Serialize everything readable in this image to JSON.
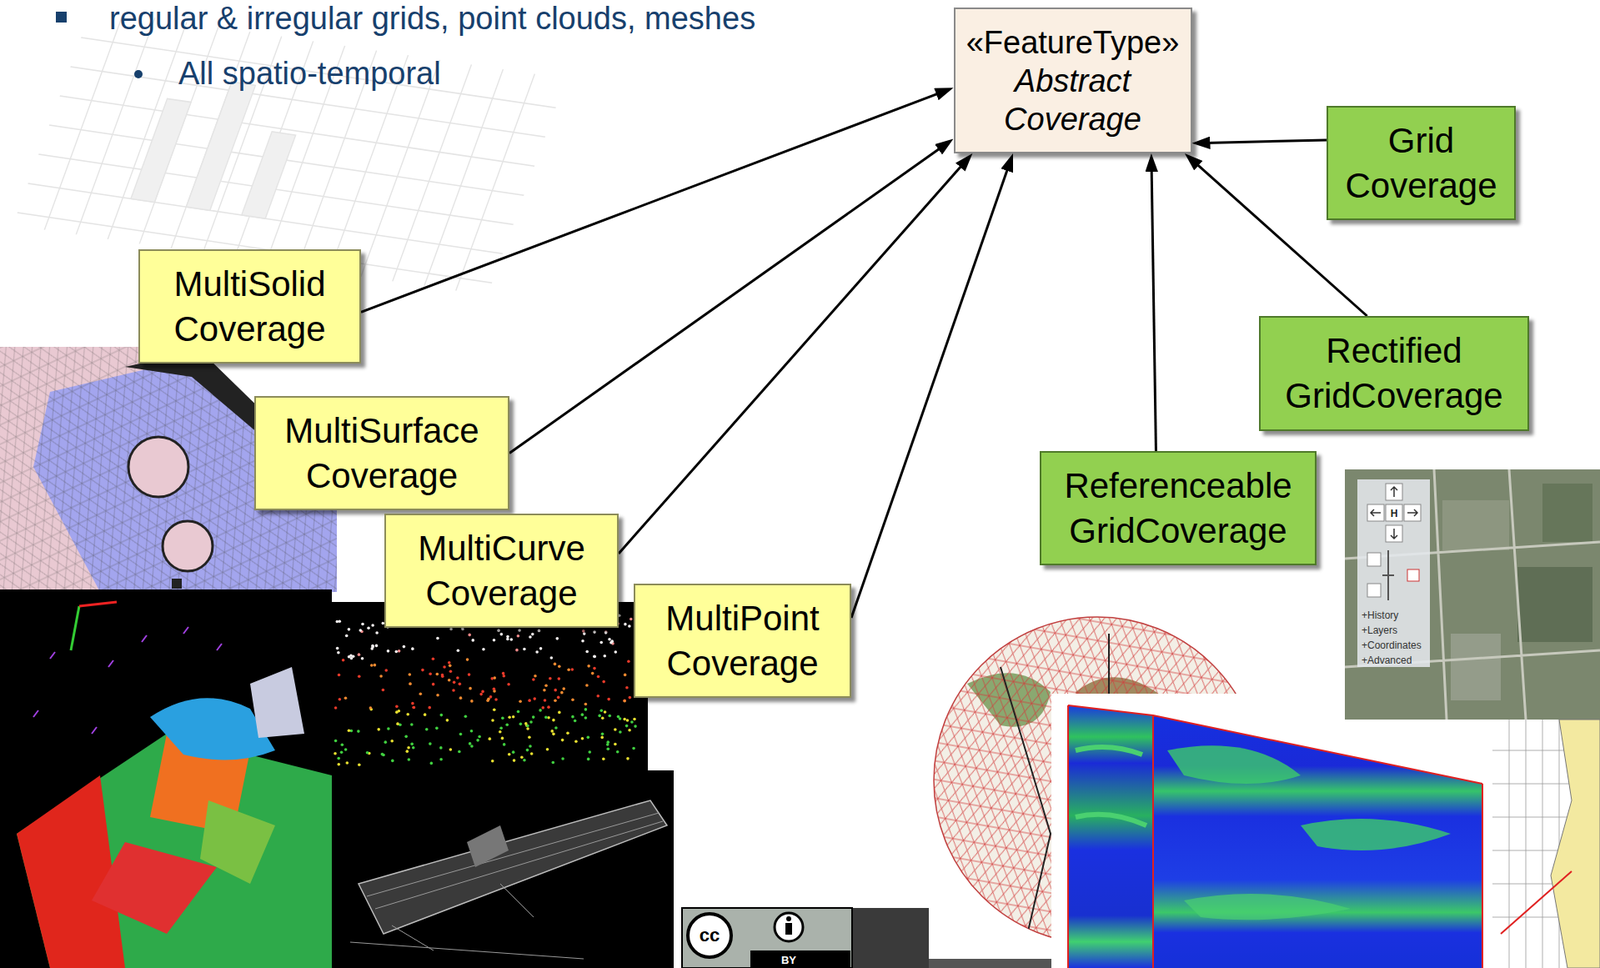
{
  "diagram": {
    "nodes": [
      {
        "text": [
          "«FeatureType»",
          "Abstract Coverage"
        ]
      },
      {
        "text": [
          "Grid Coverage"
        ]
      },
      {
        "text": [
          "MultiSolid Coverage"
        ]
      },
      {
        "text": [
          "Rectified GridCoverage"
        ]
      },
      {
        "text": [
          "MultiSurface Coverage"
        ]
      },
      {
        "text": [
          "Referenceable GridCoverage"
        ]
      },
      {
        "text": [
          "MultiCurve Coverage"
        ]
      },
      {
        "text": [
          "MultiPoint Coverage"
        ]
      }
    ],
    "edges": [
      {
        "from": 1,
        "to": 0,
        "arrow": "to"
      },
      {
        "from": 2,
        "to": 0,
        "arrow": "to"
      },
      {
        "from": 3,
        "to": 0,
        "arrow": "to"
      },
      {
        "from": 4,
        "to": 0,
        "arrow": "to"
      },
      {
        "from": 5,
        "to": 0,
        "arrow": "to"
      },
      {
        "from": 6,
        "to": 0,
        "arrow": "to"
      },
      {
        "from": 7,
        "to": 0,
        "arrow": "to"
      }
    ],
    "labels": [
      "regular & irregular grids, point clouds, meshes",
      "All spatio-temporal",
      "H",
      "+History",
      "+Layers",
      "+Coordinates",
      "+Advanced",
      "cc",
      "BY"
    ]
  }
}
